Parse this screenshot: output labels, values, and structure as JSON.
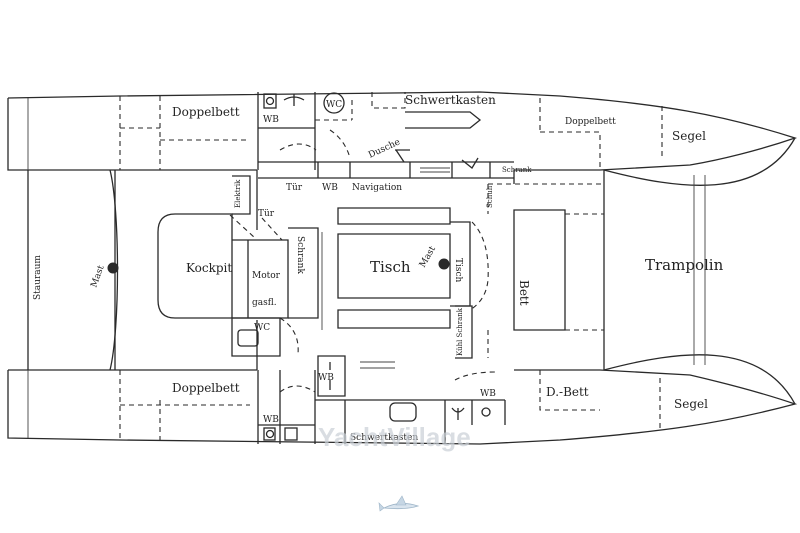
{
  "labels": {
    "doppelbett_top": "Doppelbett",
    "wb_top": "WB",
    "wc_top": "WC",
    "schwertkasten_top": "Schwertkasten",
    "doppelbett_top_right": "Doppelbett",
    "segel_top": "Segel",
    "tuer_top": "Tür",
    "wb_nav": "WB",
    "navigation": "Navigation",
    "dusche": "Dusche",
    "schrank_top": "Schrank",
    "schuh": "Schuh",
    "stauraum": "Stauraum",
    "mast": "Mast",
    "kockpit": "Kockpit",
    "motor": "Motor",
    "gasfl": "gasfl.",
    "schrank_mid": "Schrank",
    "tisch": "Tisch",
    "mast_center": "Mast",
    "tisch_side": "Tisch",
    "bett": "Bett",
    "trampolin": "Trampolin",
    "wc_bottom": "WC",
    "kuehlschrank": "Kühl Schrank",
    "tuer_small": "Tür",
    "doppelbett_bottom": "Doppelbett",
    "wb_bottom_mid": "WB",
    "wb_bottom": "WB",
    "d_bett": "D.-Bett",
    "segel_bottom": "Segel",
    "schwertkasten_bottom": "Schwertkasten",
    "elektrik": "Elektrik"
  },
  "watermark": "YachtVillage",
  "icons": {
    "logo": "flying-fish-icon"
  }
}
